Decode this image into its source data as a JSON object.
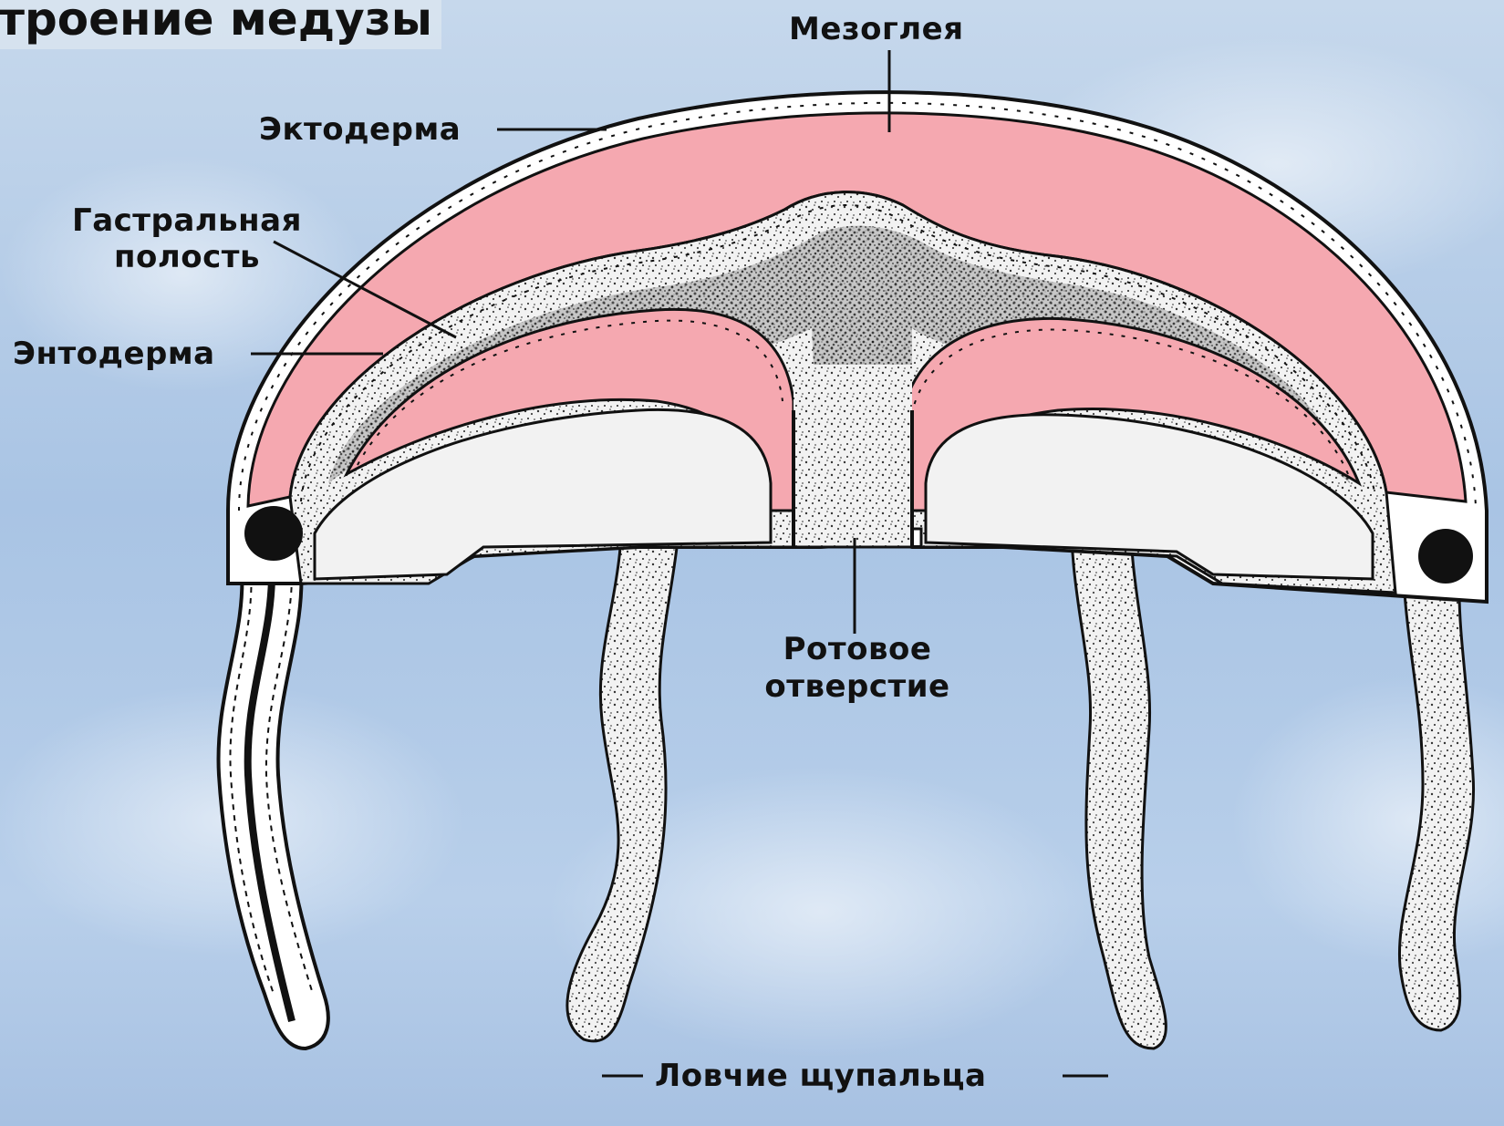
{
  "title": "троение медузы",
  "labels": {
    "mesoglea": "Мезоглея",
    "ectoderm": "Эктодерма",
    "gastral_cavity_1": "Гастральная",
    "gastral_cavity_2": "полость",
    "endoderm": "Энтодерма",
    "mouth_1": "Ротовое",
    "mouth_2": "отверстие",
    "tentacles": "Ловчие щупальца"
  },
  "colors": {
    "mesoglea": "#f5a8b0",
    "cell_layer": "#ffffff",
    "outline": "#111111",
    "cavity": "#e9e9e9",
    "background": "#b3cbe7"
  }
}
